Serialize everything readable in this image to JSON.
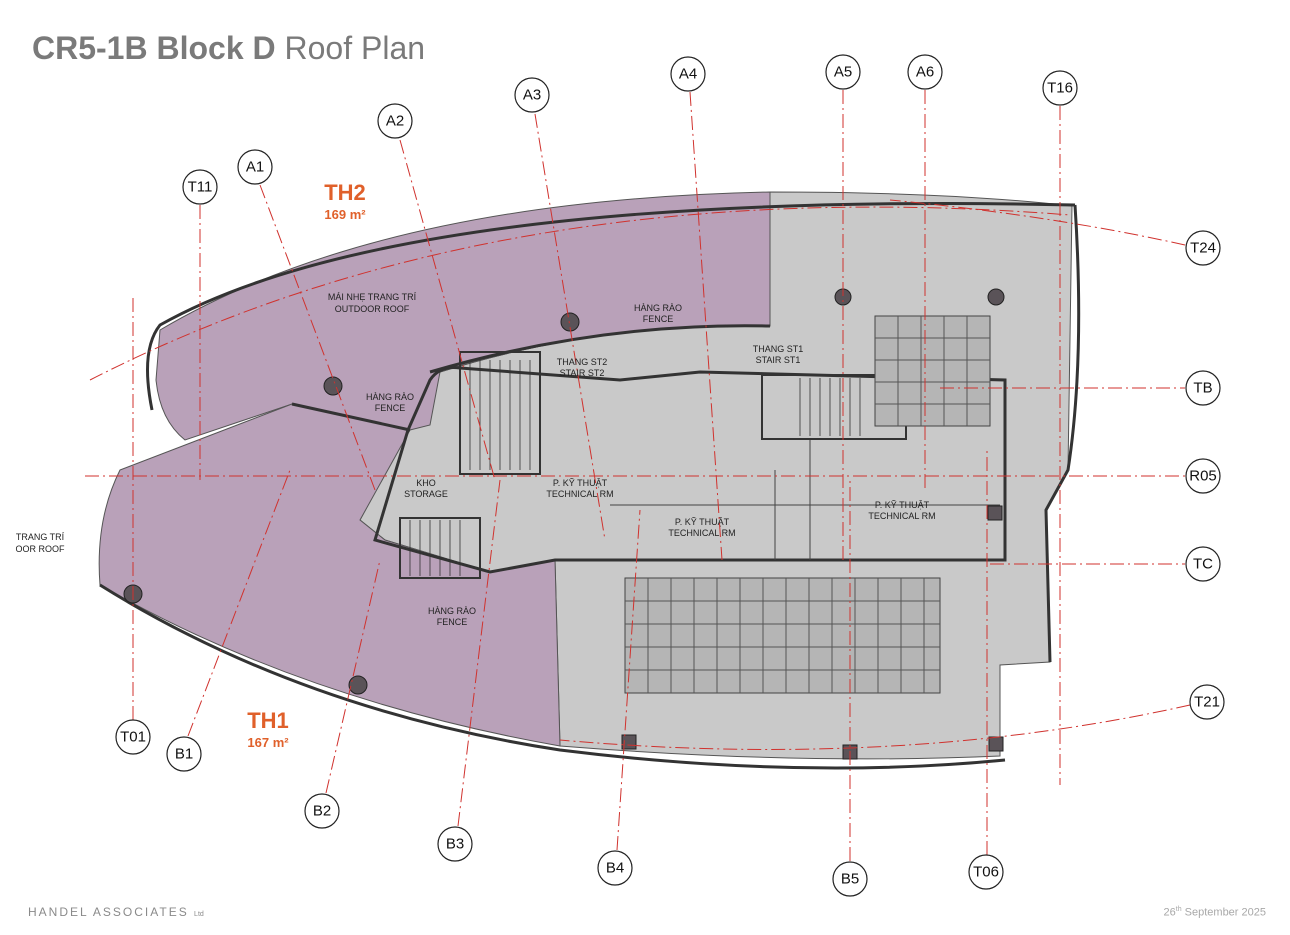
{
  "title": {
    "bold": "CR5-1B Block D",
    "regular": "Roof Plan"
  },
  "footer": {
    "company": "HANDEL ASSOCIATES",
    "company_suffix": "Ltd",
    "date_day": "26",
    "date_sup": "th",
    "date_rest": "September 2025"
  },
  "areas": {
    "th2": {
      "name": "TH2",
      "area": "169 m²"
    },
    "th1": {
      "name": "TH1",
      "area": "167 m²"
    }
  },
  "labels": {
    "outdoor_roof_vn": "MÁI NHẸ TRANG TRÍ",
    "outdoor_roof_en": "OUTDOOR ROOF",
    "outdoor_roof_cut_vn": "TRANG TRÍ",
    "outdoor_roof_cut_en": "OOR ROOF",
    "fence_vn": "HÀNG RÀO",
    "fence_en": "FENCE",
    "stair2_vn": "THANG ST2",
    "stair2_en": "STAIR ST2",
    "stair1_vn": "THANG ST1",
    "stair1_en": "STAIR ST1",
    "storage_vn": "KHO",
    "storage_en": "STORAGE",
    "tech_vn": "P. KỸ THUẬT",
    "tech_en": "TECHNICAL RM"
  },
  "gridlines": [
    "A1",
    "A2",
    "A3",
    "A4",
    "A5",
    "A6",
    "T16",
    "T11",
    "T24",
    "TB",
    "R05",
    "TC",
    "T21",
    "T01",
    "B1",
    "B2",
    "B3",
    "B4",
    "B5",
    "T06"
  ],
  "colors": {
    "purple_zone": "#b9a1b9",
    "gray_zone": "#c9c9c9",
    "accent": "#e0602a",
    "grid": "#d0322e"
  }
}
